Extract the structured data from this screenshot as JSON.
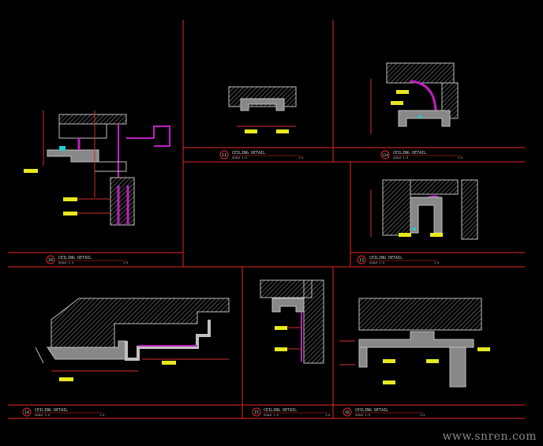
{
  "watermark": "www.snren.com",
  "colors": {
    "frame": "#e8262a",
    "wall": "#c0c0c0",
    "hatch": "#9a9a9a",
    "accent": "#c020c0",
    "dim": "#d23030",
    "tag": "#e8e820",
    "light": "#20d0d0",
    "label": "#d0d0d0"
  },
  "panels": [
    {
      "id": "10",
      "title": "CEILING DETAIL",
      "subtitle": "SCALE 1:5",
      "scale": "1:5"
    },
    {
      "id": "11",
      "title": "CEILING DETAIL",
      "subtitle": "SCALE 1:5",
      "scale": "1:5"
    },
    {
      "id": "12A",
      "title": "CEILING DETAIL",
      "subtitle": "SCALE 1:5",
      "scale": "1:5"
    },
    {
      "id": "13",
      "title": "CEILING DETAIL",
      "subtitle": "SCALE 1:5",
      "scale": "1:5"
    },
    {
      "id": "14",
      "title": "CEILING DETAIL",
      "subtitle": "SCALE 1:5",
      "scale": "1:5"
    },
    {
      "id": "15",
      "title": "CEILING DETAIL",
      "subtitle": "SCALE 1:5",
      "scale": "1:5"
    },
    {
      "id": "16",
      "title": "CEILING DETAIL",
      "subtitle": "SCALE 1:5",
      "scale": "1:5"
    }
  ]
}
